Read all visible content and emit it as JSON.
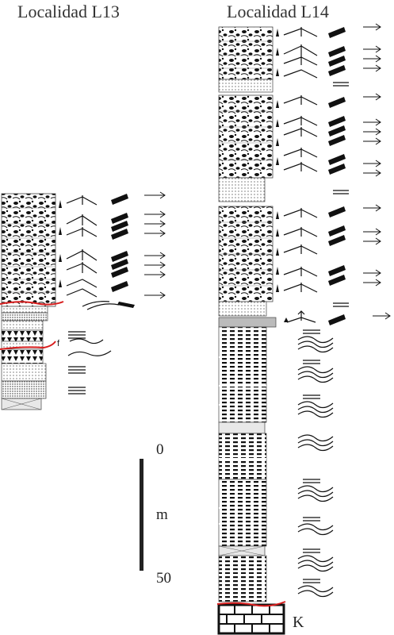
{
  "titles": {
    "l13": "Localidad L13",
    "l14": "Localidad L14"
  },
  "scale_bar": {
    "top_label": "0",
    "unit_label": "m",
    "bottom_label": "50"
  },
  "labels": {
    "basement": "K",
    "fault_marker": "f"
  },
  "colors": {
    "contact_line": "#d81e1e",
    "ink": "#111111",
    "strata_fill": "#ffffff"
  }
}
